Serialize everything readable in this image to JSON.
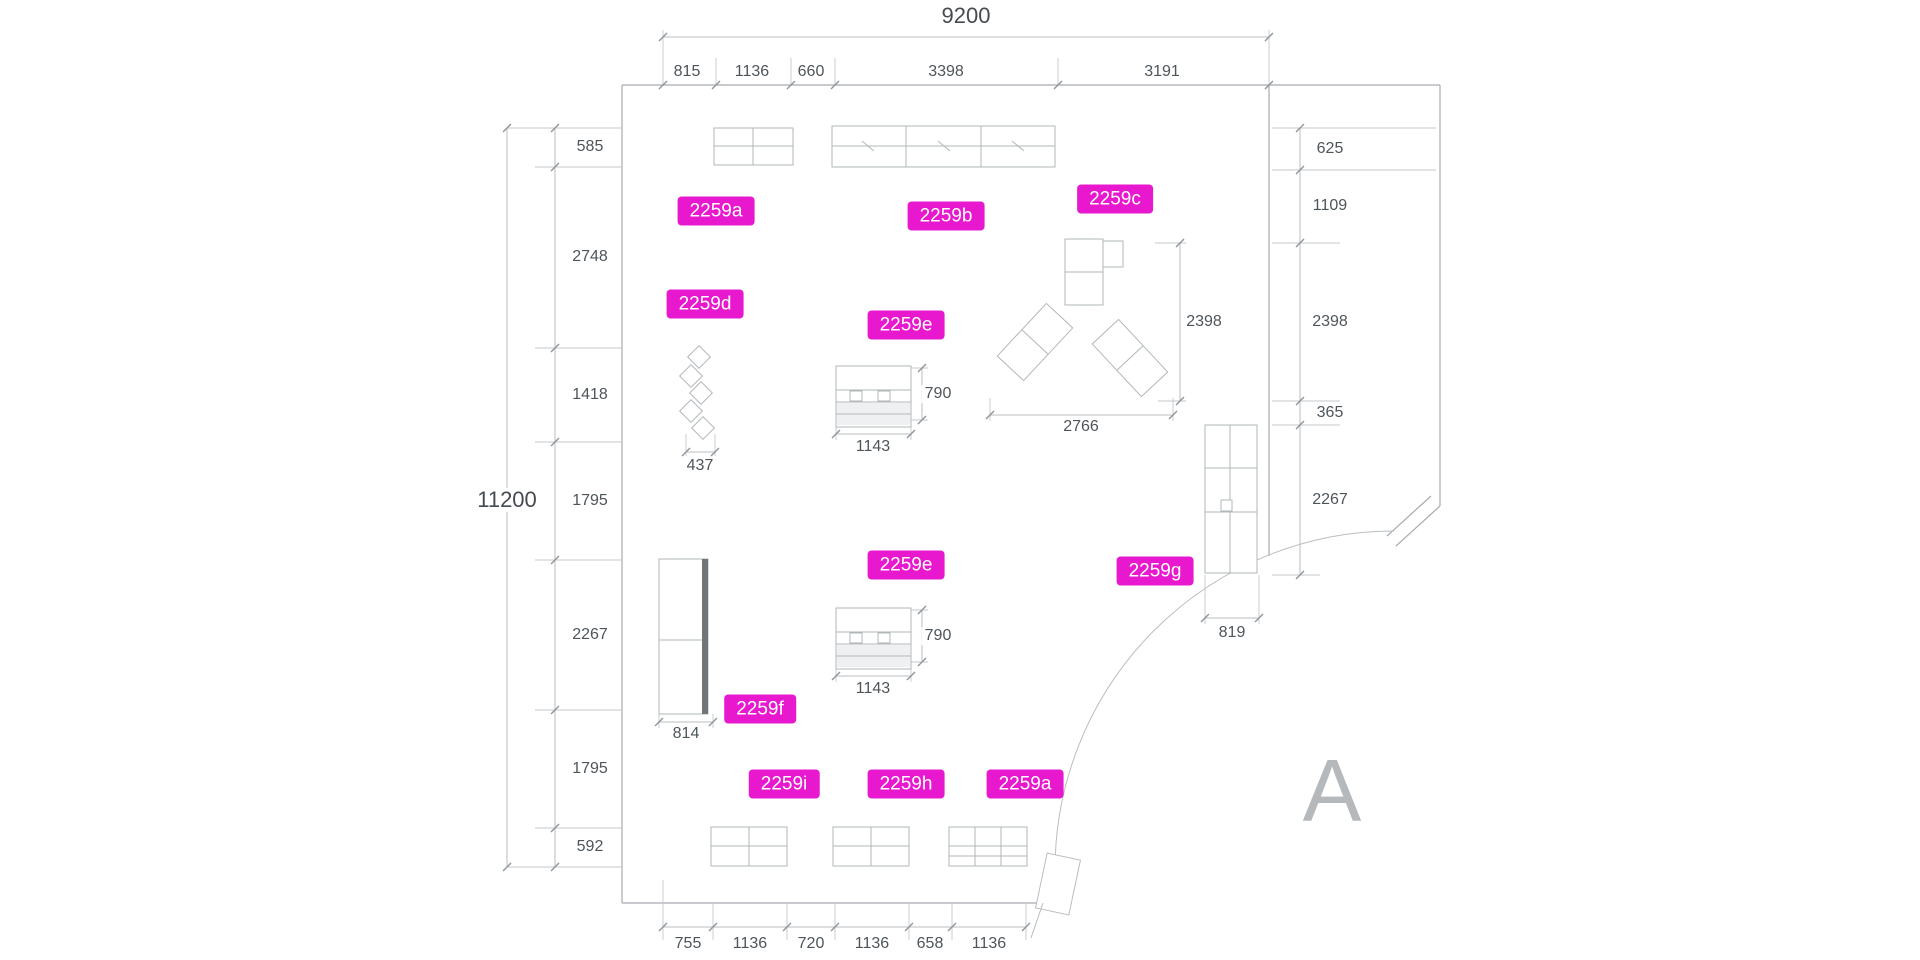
{
  "plan": {
    "sheet_letter": "A",
    "dims": {
      "overall_width": "9200",
      "overall_height": "11200",
      "top": [
        "815",
        "1136",
        "660",
        "3398",
        "3191"
      ],
      "left": [
        "585",
        "2748",
        "1418",
        "1795",
        "2267",
        "1795",
        "592"
      ],
      "right": [
        "625",
        "1109",
        "2398",
        "365",
        "2267"
      ],
      "bottom": [
        "755",
        "1136",
        "720",
        "1136",
        "658",
        "1136"
      ],
      "interior": {
        "diamond_run": "437",
        "table_upper_depth": "790",
        "table_upper_width": "1143",
        "sofa_depth": "2398",
        "sofa_width": "2766",
        "table_lower_depth": "790",
        "table_lower_width": "1143",
        "wardrobe_width": "814",
        "cabinet_right_width": "819"
      }
    },
    "labels": [
      "2259a",
      "2259b",
      "2259c",
      "2259d",
      "2259e",
      "2259e",
      "2259f",
      "2259g",
      "2259i",
      "2259h",
      "2259a"
    ],
    "colors": {
      "tag_background": "#e718ce",
      "tag_text": "#ffffff",
      "linework": "#b2b7ba",
      "dimension_text": "#4e555a",
      "sheet_letter": "#b6b9bb"
    }
  }
}
